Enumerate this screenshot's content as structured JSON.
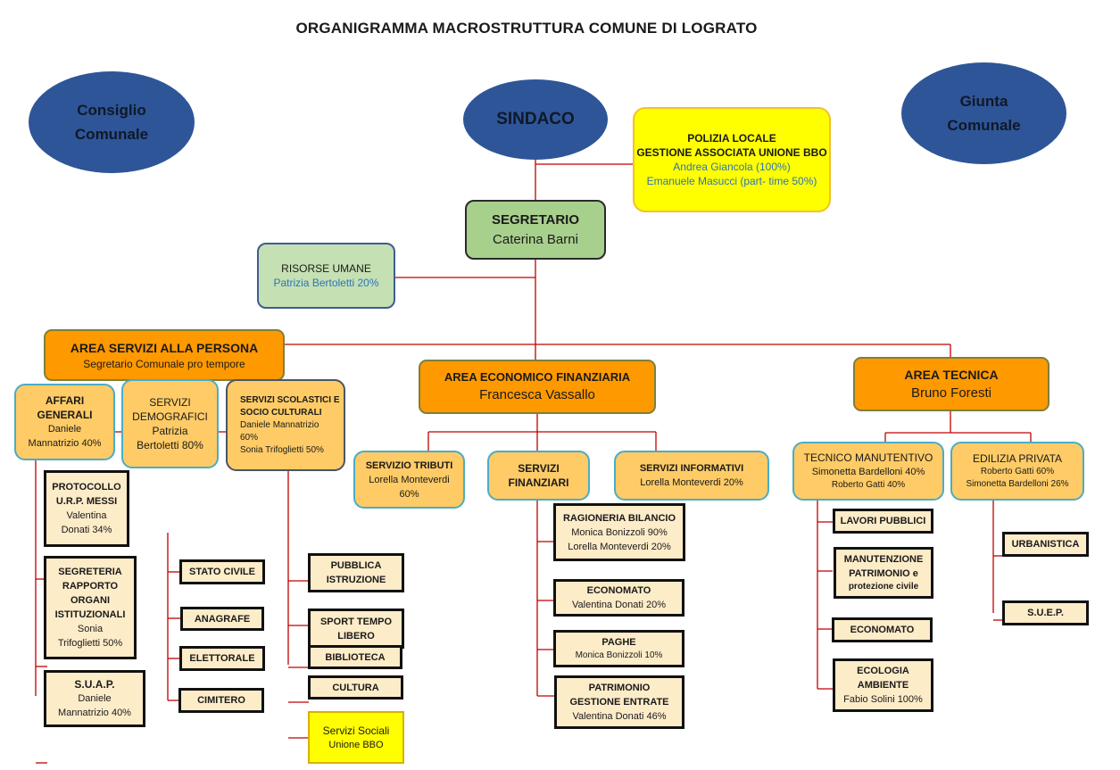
{
  "title": "ORGANIGRAMMA MACROSTRUTTURA COMUNE DI LOGRATO",
  "colors": {
    "ellipse": "#2e5597",
    "connector": "#c00000",
    "area_header": "#ff9900",
    "service_box": "#fecb66",
    "office_box": "#fdecc8",
    "external_service": "#ffff00",
    "segretario": "#a8d08d",
    "risorse_umane": "#c5e0b3",
    "name_text_blue": "#2e75b6"
  },
  "bodies": {
    "consiglio": [
      "Consiglio",
      "Comunale"
    ],
    "sindaco": "SINDACO",
    "giunta": [
      "Giunta",
      "Comunale"
    ]
  },
  "polizia_locale": {
    "title": "POLIZIA LOCALE",
    "subtitle": "GESTIONE ASSOCIATA UNIONE BBO",
    "staff": [
      "Andrea Giancola (100%)",
      "Emanuele Masucci (part- time 50%)"
    ]
  },
  "segretario": {
    "title": "SEGRETARIO",
    "name": "Caterina Barni"
  },
  "risorse_umane": {
    "title": "RISORSE UMANE",
    "staff": "Patrizia Bertoletti 20%"
  },
  "area_persona": {
    "title": "AREA SERVIZI ALLA PERSONA",
    "head": "Segretario Comunale pro tempore",
    "services": {
      "affari_generali": {
        "title": [
          "AFFARI",
          "GENERALI"
        ],
        "staff": [
          "Daniele",
          "Mannatrizio 40%"
        ]
      },
      "demografici": {
        "title": [
          "SERVIZI",
          "DEMOGRAFICI"
        ],
        "staff": [
          "Patrizia",
          "Bertoletti 80%"
        ]
      },
      "scolastici": {
        "title": [
          "SERVIZI SCOLASTICI E",
          "SOCIO CULTURALI"
        ],
        "staff": [
          "Daniele Mannatrizio",
          "60%",
          "Sonia Trifoglietti 50%"
        ]
      }
    },
    "offices_affari": [
      {
        "title": [
          "PROTOCOLLO",
          "U.R.P. MESSI"
        ],
        "staff": [
          "Valentina",
          "Donati 34%"
        ]
      },
      {
        "title": [
          "SEGRETERIA",
          "RAPPORTO",
          "ORGANI",
          "ISTITUZIONALI"
        ],
        "staff": [
          "Sonia",
          "Trifoglietti 50%"
        ]
      },
      {
        "title": [
          "S.U.A.P."
        ],
        "staff": [
          "Daniele",
          "Mannatrizio 40%"
        ]
      }
    ],
    "offices_demografici": [
      "STATO CIVILE",
      "ANAGRAFE",
      "ELETTORALE",
      "CIMITERO"
    ],
    "offices_scolastici": [
      [
        "PUBBLICA",
        "ISTRUZIONE"
      ],
      [
        "SPORT TEMPO",
        "LIBERO"
      ],
      [
        "BIBLIOTECA"
      ],
      [
        "CULTURA"
      ]
    ],
    "servizi_sociali": {
      "title": "Servizi Sociali",
      "subtitle": "Unione BBO"
    }
  },
  "area_economico": {
    "title": "AREA ECONOMICO FINANZIARIA",
    "head": "Francesca Vassallo",
    "services": {
      "tributi": {
        "title": "SERVIZIO TRIBUTI",
        "staff": [
          "Lorella Monteverdi",
          "60%"
        ]
      },
      "finanziari": {
        "title": [
          "SERVIZI",
          "FINANZIARI"
        ]
      },
      "informativi": {
        "title": "SERVIZI INFORMATIVI",
        "staff": "Lorella Monteverdi 20%"
      }
    },
    "offices": [
      {
        "title": [
          "RAGIONERIA BILANCIO"
        ],
        "staff": [
          "Monica Bonizzoli 90%",
          "Lorella Monteverdi 20%"
        ]
      },
      {
        "title": [
          "ECONOMATO"
        ],
        "staff": [
          "Valentina Donati 20%"
        ]
      },
      {
        "title": [
          "PAGHE"
        ],
        "staff": [
          "Monica Bonizzoli 10%"
        ]
      },
      {
        "title": [
          "PATRIMONIO",
          "GESTIONE ENTRATE"
        ],
        "staff": [
          "Valentina Donati 46%"
        ]
      }
    ]
  },
  "area_tecnica": {
    "title": "AREA TECNICA",
    "head": "Bruno Foresti",
    "services": {
      "manutentivo": {
        "title": "TECNICO MANUTENTIVO",
        "staff": [
          "Simonetta Bardelloni 40%",
          "Roberto Gatti 40%"
        ]
      },
      "edilizia": {
        "title": "EDILIZIA PRIVATA",
        "staff": [
          "Roberto Gatti 60%",
          "Simonetta Bardelloni 26%"
        ]
      }
    },
    "offices_manutentivo": [
      {
        "title": [
          "LAVORI PUBBLICI"
        ]
      },
      {
        "title": [
          "MANUTENZIONE",
          "PATRIMONIO e"
        ],
        "note": "protezione civile"
      },
      {
        "title": [
          "ECONOMATO"
        ]
      },
      {
        "title": [
          "ECOLOGIA",
          "AMBIENTE"
        ],
        "staff": [
          "Fabio Solini 100%"
        ]
      }
    ],
    "offices_edilizia": [
      "URBANISTICA",
      "S.U.E.P."
    ]
  }
}
